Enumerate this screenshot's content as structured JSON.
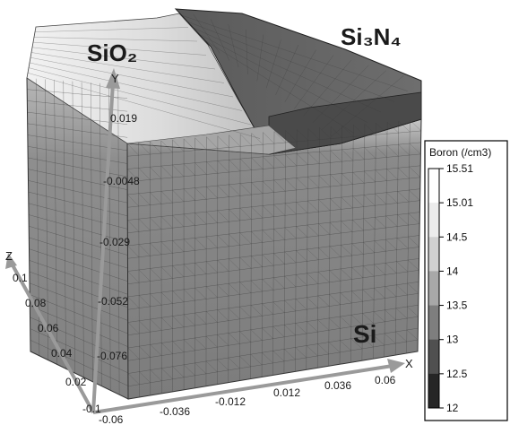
{
  "labels": {
    "sio2": "SiO₂",
    "si3n4": "Si₃N₄",
    "si": "Si"
  },
  "axes": {
    "y": {
      "name": "Y",
      "ticks": [
        "0.019",
        "-0.0048",
        "-0.029",
        "-0.052",
        "-0.076",
        "-0.1"
      ]
    },
    "x": {
      "name": "X",
      "ticks": [
        "-0.06",
        "-0.036",
        "-0.012",
        "0.012",
        "0.036",
        "0.06"
      ]
    },
    "z": {
      "name": "Z",
      "ticks": [
        "0.1",
        "0.08",
        "0.06",
        "0.04",
        "0.02"
      ]
    }
  },
  "legend": {
    "title": "Boron (/cm3)",
    "items": [
      {
        "label": "15.51",
        "color": "#ffffff"
      },
      {
        "label": "15.01",
        "color": "#ececec"
      },
      {
        "label": "14.5",
        "color": "#d0d0d0"
      },
      {
        "label": "14",
        "color": "#a8a8a8"
      },
      {
        "label": "13.5",
        "color": "#7e7e7e"
      },
      {
        "label": "13",
        "color": "#505050"
      },
      {
        "label": "12.5",
        "color": "#262626"
      },
      {
        "label": "12",
        "color": "#000000"
      }
    ]
  },
  "colors": {
    "si_front": "#8c8c8c",
    "si_side": "#7a7a7a",
    "oxide_top": "#ececec",
    "nitride": "#606060",
    "mesh": "#3a3a3a",
    "axis": "#9a9a9a"
  }
}
